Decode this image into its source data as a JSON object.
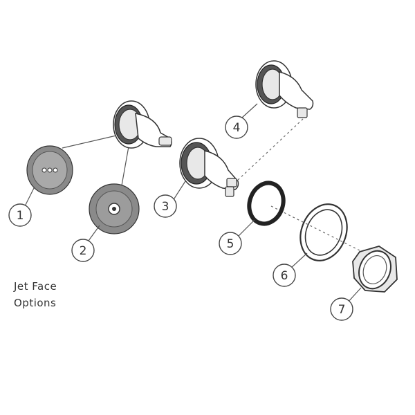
{
  "caption": {
    "line1": "Jet Face",
    "line2": "Options"
  },
  "callouts": [
    "1",
    "2",
    "3",
    "4",
    "5",
    "6",
    "7"
  ]
}
